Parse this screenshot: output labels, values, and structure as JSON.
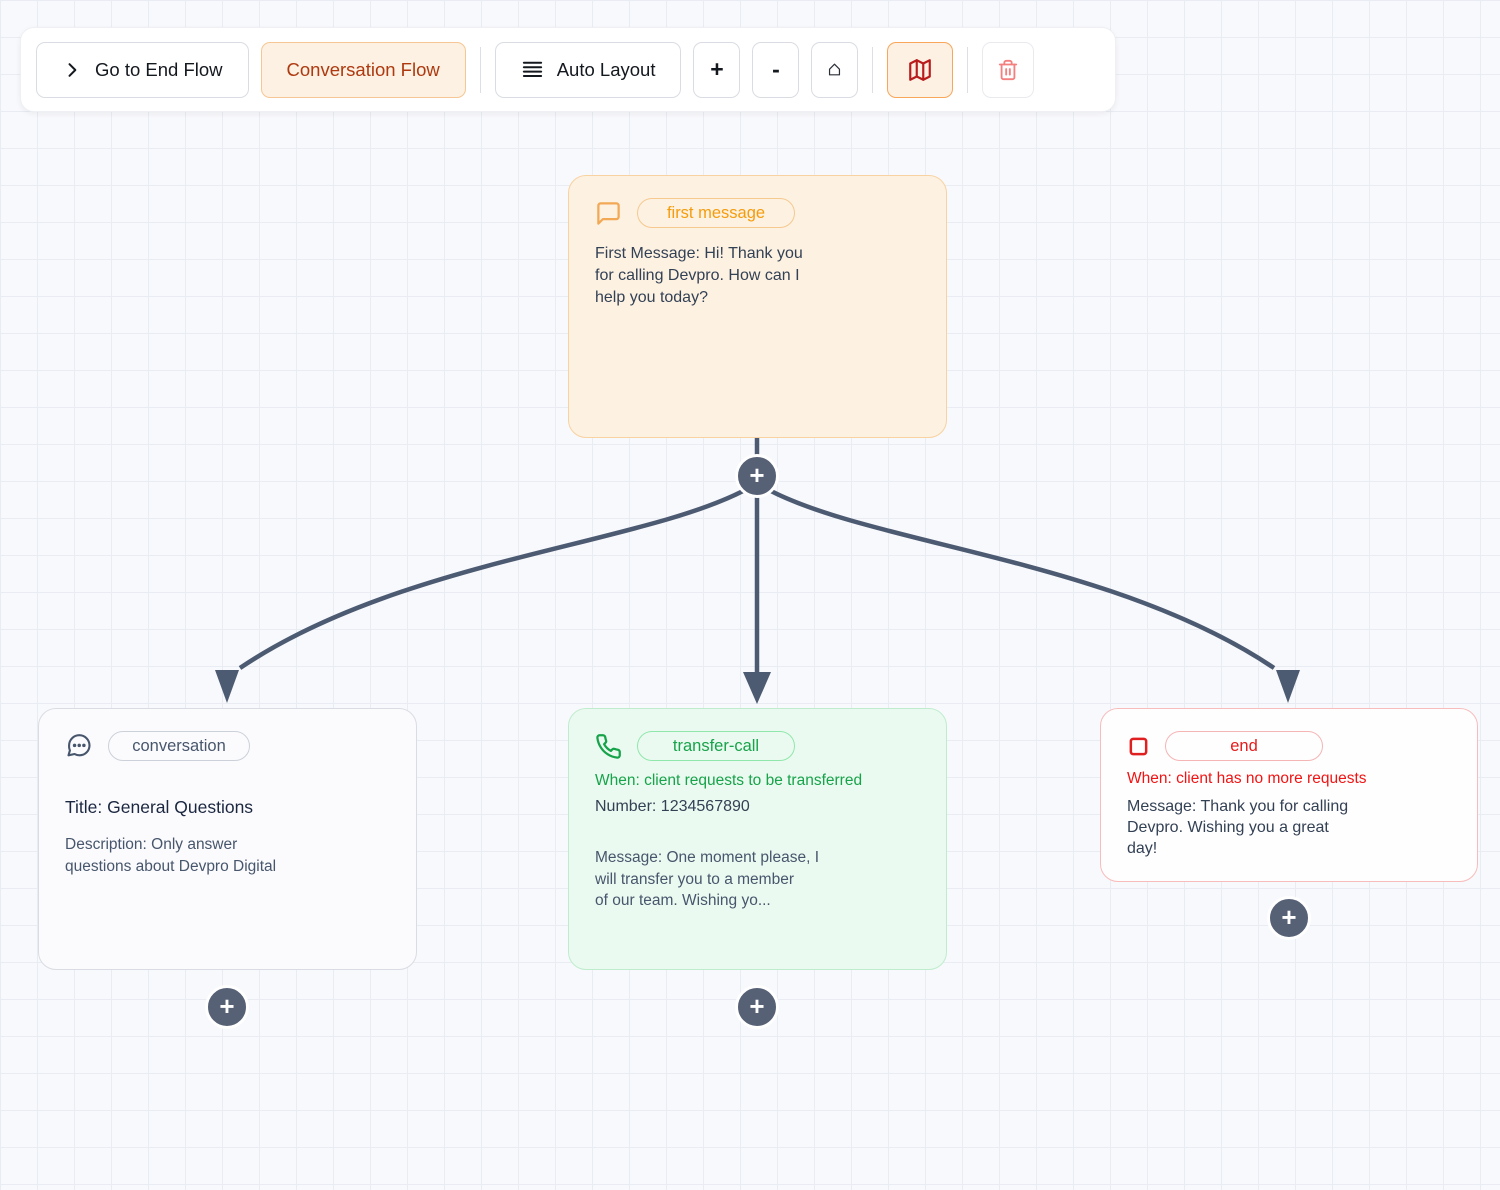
{
  "toolbar": {
    "go_to_end_flow_label": "Go to End Flow",
    "conversation_flow_label": "Conversation Flow",
    "auto_layout_label": "Auto Layout",
    "zoom_in_label": "+",
    "zoom_out_label": "-"
  },
  "canvas": {
    "add_node_label": "+"
  },
  "nodes": {
    "first_message": {
      "icon": "message-square-icon",
      "badge": "first message",
      "body": "First Message: Hi! Thank you\nfor calling Devpro. How can I\nhelp you today?"
    },
    "conversation": {
      "icon": "message-circle-dots-icon",
      "badge": "conversation",
      "title": "Title: General Questions",
      "description": "Description: Only answer\nquestions about Devpro Digital"
    },
    "transfer_call": {
      "icon": "phone-icon",
      "badge": "transfer-call",
      "when": "When: client requests to be transferred",
      "number": "Number: 1234567890",
      "message": "Message: One moment please, I\nwill transfer you to a member\nof our team. Wishing yo..."
    },
    "end": {
      "icon": "stop-square-icon",
      "badge": "end",
      "when": "When: client has no more requests",
      "message": "Message: Thank you for calling\nDevpro. Wishing you a great\nday!"
    }
  },
  "colors": {
    "accent_orange_bg": "#fdf1e3",
    "accent_orange_border": "#f6c794",
    "accent_orange_text": "#f59c0c",
    "toolbar_active_text": "#ae390f",
    "green_text": "#17a34a",
    "green_bg": "#ebfaf0",
    "red_text": "#e51b1b",
    "slate_text": "#47566c",
    "dark_text": "#1e293b",
    "edge_color": "#4d5b72"
  }
}
